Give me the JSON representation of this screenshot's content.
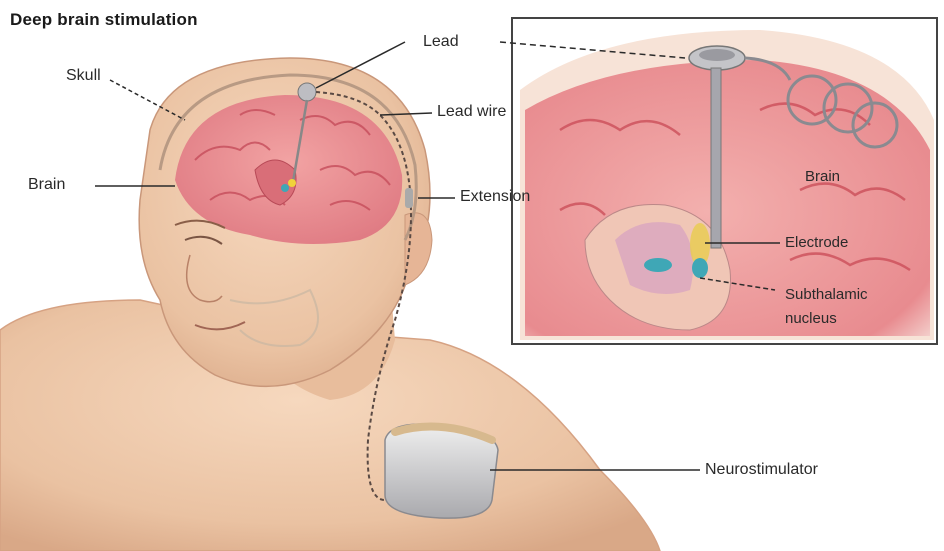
{
  "title": "Deep brain stimulation",
  "labels": {
    "lead": "Lead",
    "skull": "Skull",
    "lead_wire": "Lead wire",
    "brain": "Brain",
    "extension": "Extension",
    "neurostimulator": "Neurostimulator"
  },
  "inset": {
    "brain": "Brain",
    "electrode": "Electrode",
    "subthalamic_1": "Subthalamic",
    "subthalamic_2": "nucleus"
  },
  "colors": {
    "skin": "#efc7a8",
    "brain": "#e8848a",
    "brain_dark": "#c94a55",
    "device": "#c9c9cc",
    "nucleus": "#3fa7b6"
  }
}
